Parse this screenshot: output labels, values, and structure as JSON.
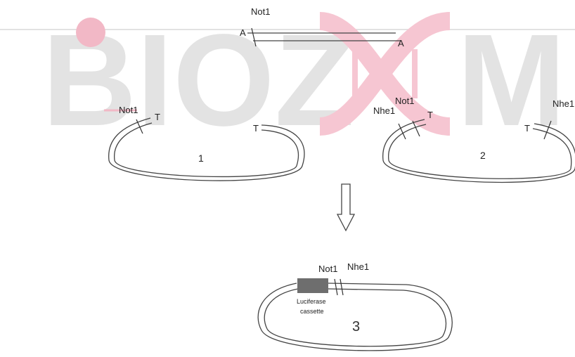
{
  "watermark": {
    "text": "BIOZ",
    "text2": "M",
    "dot_color": "#f2b8c6",
    "helix_color": "#f6c6d2",
    "letter_color": "#e3e3e3"
  },
  "insert": {
    "site_label": "Not1",
    "end_left": "A",
    "end_right": "A"
  },
  "vector1": {
    "site_label": "Not1",
    "overhang_left": "T",
    "overhang_right": "T",
    "number": "1"
  },
  "vector2": {
    "site_label_1": "Not1",
    "site_label_2": "Nhe1",
    "site_label_3": "Nhe1",
    "overhang_left": "T",
    "overhang_right": "T",
    "number": "2"
  },
  "arrow": {
    "direction": "down"
  },
  "product": {
    "site_label_1": "Not1",
    "site_label_2": "Nhe1",
    "cassette_label_line1": "Luciferase",
    "cassette_label_line2": "cassette",
    "number": "3",
    "cassette_color": "#6e6e6e"
  }
}
